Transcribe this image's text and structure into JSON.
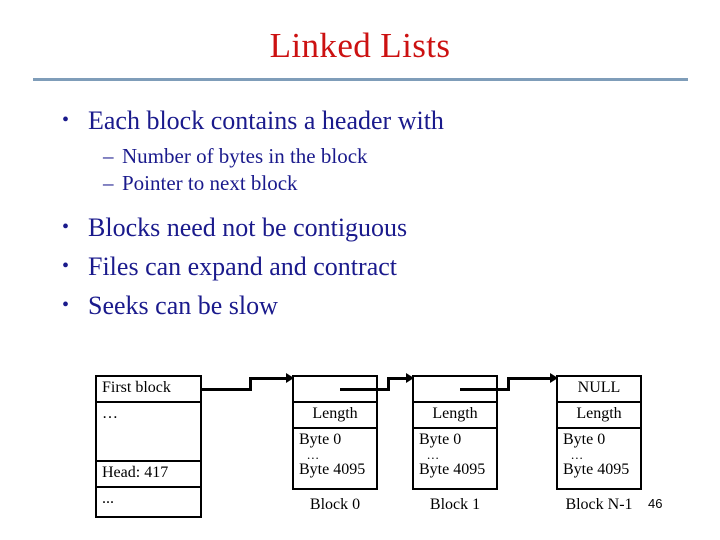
{
  "slide": {
    "title": "Linked Lists",
    "page_number": "46",
    "title_color": "#cc1111",
    "body_color": "#1a1a8c",
    "rule_color": "#7f9db9"
  },
  "bullets": [
    {
      "level": 1,
      "glyph": "•",
      "text": "Each block contains a header with"
    },
    {
      "level": 2,
      "glyph": "–",
      "text": "Number of bytes in the block"
    },
    {
      "level": 2,
      "glyph": "–",
      "text": "Pointer to next block"
    },
    {
      "level": 1,
      "glyph": "•",
      "text": "Blocks need not be contiguous"
    },
    {
      "level": 1,
      "glyph": "•",
      "text": "Files can expand and contract"
    },
    {
      "level": 1,
      "glyph": "•",
      "text": "Seeks can be slow"
    }
  ],
  "diagram": {
    "directory": {
      "rows": [
        {
          "text": "First block"
        },
        {
          "text": "…"
        },
        {
          "text": "Head: 417"
        },
        {
          "text": "..."
        }
      ]
    },
    "blocks": [
      {
        "pointer": "",
        "length": "Length",
        "data_first": "Byte 0",
        "data_dots": "...",
        "data_last": "Byte 4095",
        "caption": "Block 0"
      },
      {
        "pointer": "",
        "length": "Length",
        "data_first": "Byte 0",
        "data_dots": "...",
        "data_last": "Byte 4095",
        "caption": "Block 1"
      },
      {
        "pointer": "NULL",
        "length": "Length",
        "data_first": "Byte 0",
        "data_dots": "...",
        "data_last": "Byte 4095",
        "caption": "Block N-1"
      }
    ]
  }
}
